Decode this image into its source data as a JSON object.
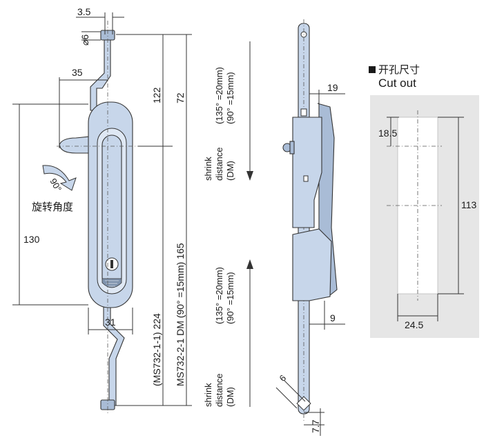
{
  "labels": {
    "d_3_5": "3.5",
    "d_6": "6",
    "d_35": "35",
    "rotation_angle": "90°",
    "rotation_cn": "旋转角度",
    "d_130": "130",
    "d_31": "31",
    "d_122": "122",
    "d_72": "72",
    "d_224_165": "(MS732-1-1)  224",
    "d_165": "165",
    "dm_ms732_2_1": "MS732-2-1  DM (90° =15mm) 165",
    "shrink_upper_a": "(135°  =20mm)",
    "shrink_upper_b": "(90°  =15mm)",
    "shrink_upper_c": "shrink",
    "shrink_upper_d": "distance",
    "shrink_upper_e": "(DM)",
    "shrink_lower_a": "(135°  =20mm)",
    "shrink_lower_b": "(90°  =15mm)",
    "shrink_lower_c": "shrink",
    "shrink_lower_d": "distance",
    "shrink_lower_e": "(DM)",
    "d_19": "19",
    "d_9": "9",
    "d_6b": "6",
    "d_7_7": "7.7",
    "cutout_title_cn": "开孔尺寸",
    "cutout_title_en": "Cut out",
    "d_18_5": "18.5",
    "d_113": "113",
    "d_24_5": "24.5"
  },
  "colors": {
    "part_fill": "#c7d6ea",
    "part_dark": "#a9bcd6",
    "cutout_bg": "#e6e6e6"
  }
}
